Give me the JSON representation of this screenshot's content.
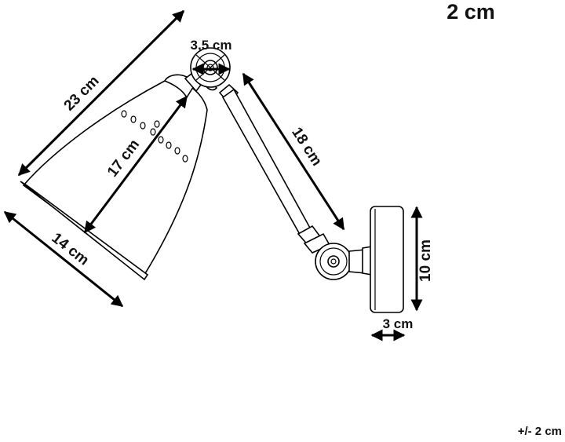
{
  "header": {
    "title": "2 cm"
  },
  "dimensions": {
    "shade_length": "23 cm",
    "joint_diameter": "3,5 cm",
    "shade_depth": "17 cm",
    "arm_length": "18 cm",
    "shade_opening": "14 cm",
    "base_height": "10 cm",
    "base_depth": "3 cm"
  },
  "footer": {
    "tolerance": "+/- 2 cm"
  },
  "colors": {
    "line": "#000000",
    "background": "#ffffff"
  }
}
